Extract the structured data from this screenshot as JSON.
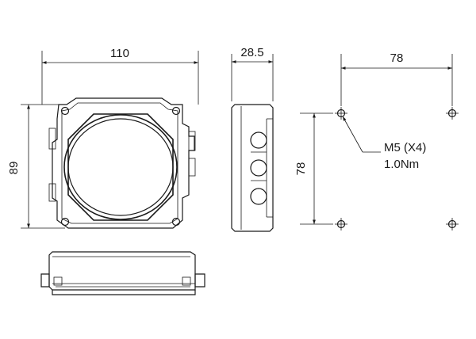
{
  "dimensions": {
    "width": "110",
    "depth": "28.5",
    "height": "89",
    "hole_spacing_x": "78",
    "hole_spacing_y": "78"
  },
  "fastener": {
    "screw": "M5 (X4)",
    "torque": "1.0Nm"
  }
}
